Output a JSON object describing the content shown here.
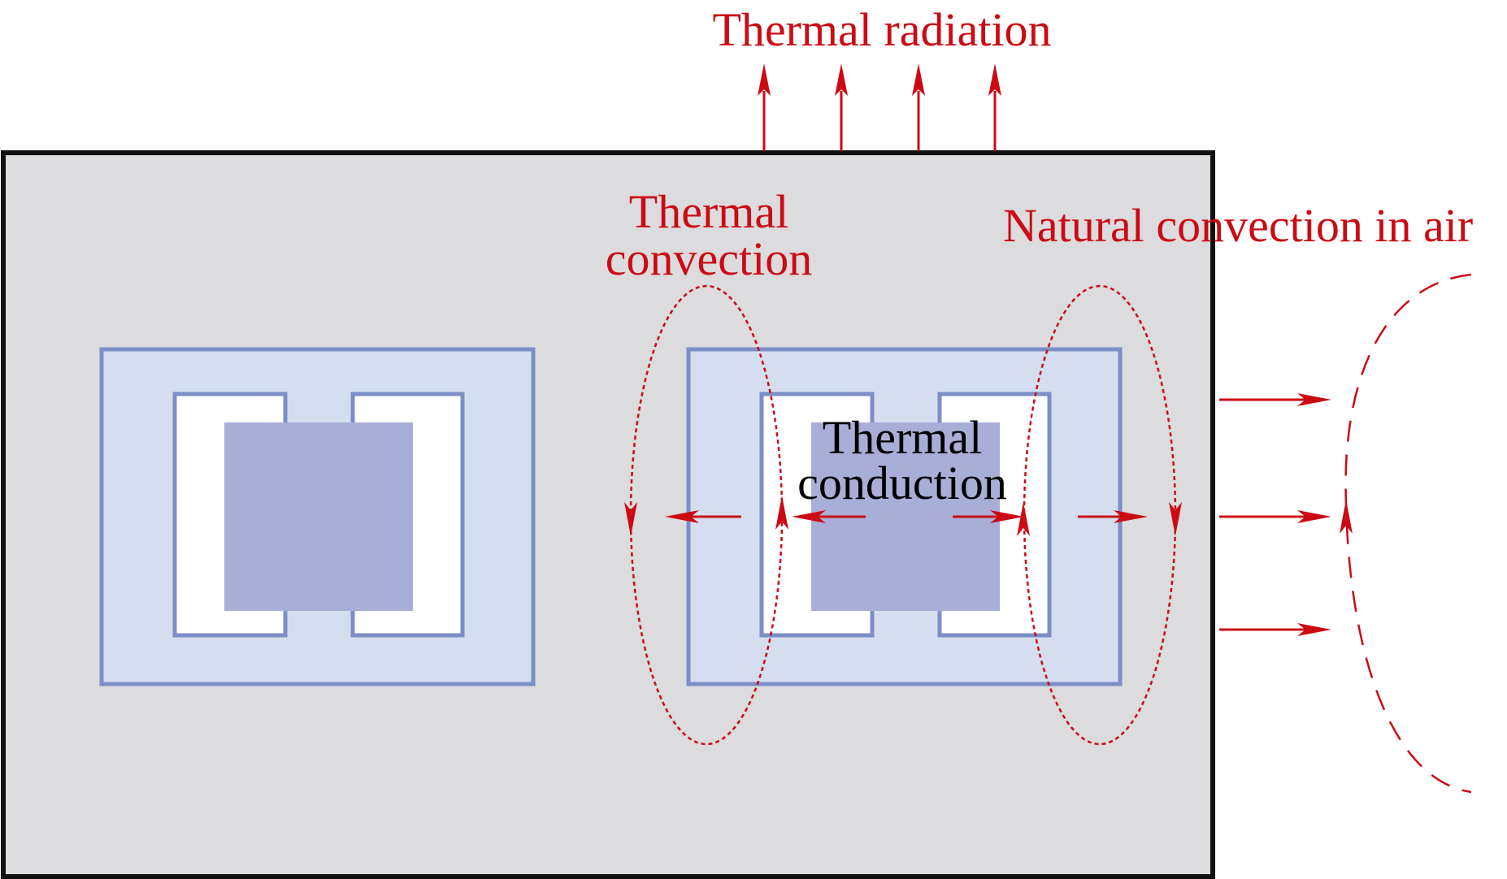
{
  "labels": {
    "thermal_radiation": "Thermal radiation",
    "thermal_convection_line1": "Thermal",
    "thermal_convection_line2": "convection",
    "natural_convection": "Natural convection in air",
    "thermal_conduction_line1": "Thermal",
    "thermal_conduction_line2": "conduction"
  },
  "colors": {
    "arrow_red": "#cc0a14",
    "enclosure_fill": "#dcdbdd",
    "enclosure_stroke": "#111111",
    "core_fill": "#d5deef",
    "core_stroke": "#7b8ec6",
    "winding_fill": "#a9aed7",
    "label_black": "#000000"
  }
}
